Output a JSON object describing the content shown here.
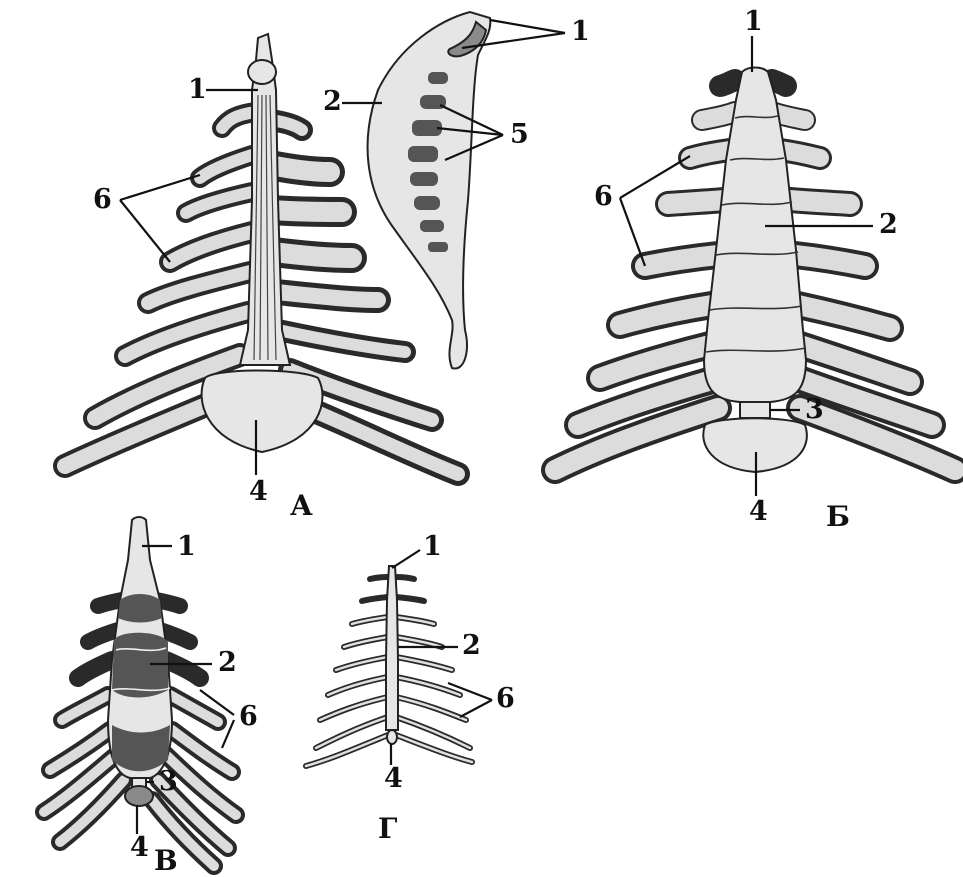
{
  "panels": [
    {
      "key": "A",
      "caption": "А",
      "labels": [
        "1",
        "2",
        "1",
        "4",
        "5",
        "6"
      ]
    },
    {
      "key": "B",
      "caption": "Б",
      "labels": [
        "1",
        "2",
        "3",
        "4",
        "6"
      ]
    },
    {
      "key": "V",
      "caption": "В",
      "labels": [
        "1",
        "2",
        "3",
        "4",
        "6"
      ]
    },
    {
      "key": "G",
      "caption": "Г",
      "labels": [
        "1",
        "2",
        "4",
        "6"
      ]
    }
  ]
}
